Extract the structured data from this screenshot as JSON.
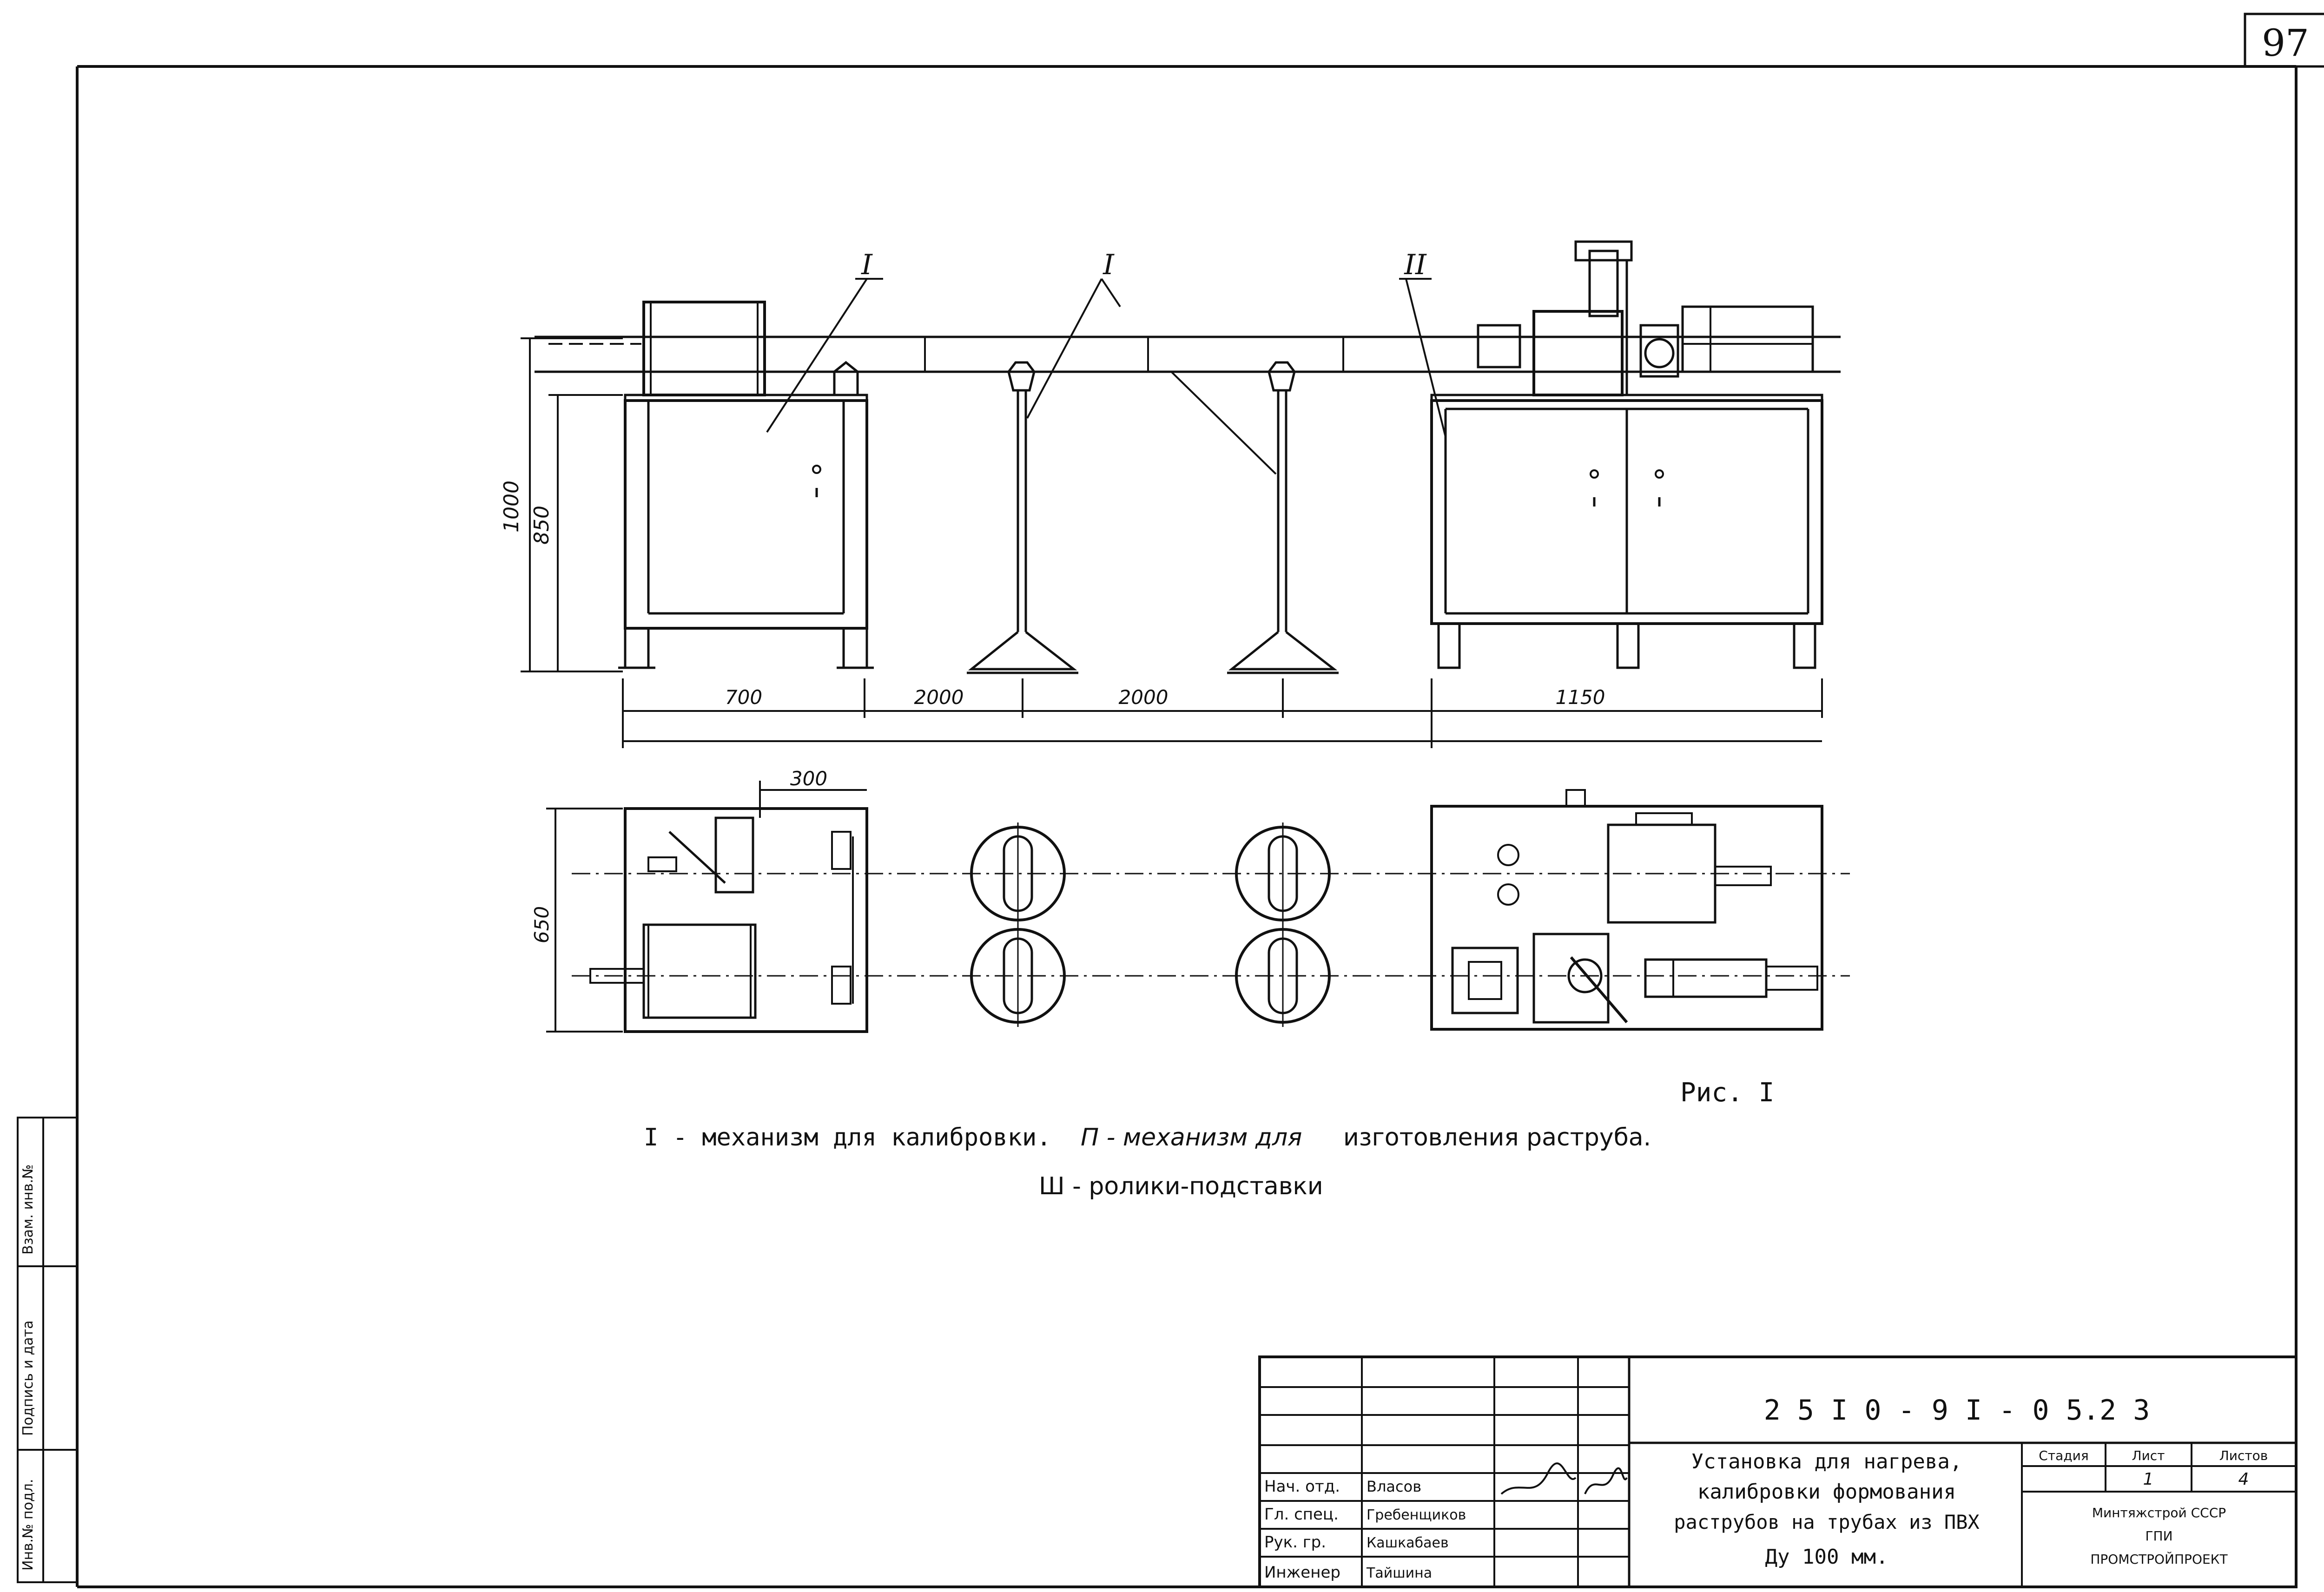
{
  "sheet_number": "97",
  "drawing": {
    "callouts": {
      "mark_1": "I",
      "mark_2": "II",
      "mark_3": "I"
    },
    "dimensions": {
      "height_total": "1000",
      "height_table": "850",
      "len_a": "700",
      "len_b": "2000",
      "len_c": "2000",
      "len_d": "1150",
      "plan_width": "300",
      "plan_depth": "650"
    },
    "figure_label": "Рис. I",
    "legend": {
      "line1_a": "I - механизм для калибровки.",
      "line1_b": "П - механизм для",
      "line1_c": "изготовления раструба.",
      "line2": "Ш - ролики-подставки"
    }
  },
  "side_stamp": {
    "field1": "Инв.№ подл.",
    "field2": "Подпись и дата",
    "field3": "Взам. инв.№"
  },
  "title_block": {
    "code": "2 5 I 0 - 9 I - 0 5.2 3",
    "title_lines": [
      "Установка для нагрева,",
      "калибровки формования",
      "раструбов на трубах из ПВХ",
      "Ду 100 мм."
    ],
    "roles": [
      "Нач. отд.",
      "Гл. спец.",
      "Рук. гр.",
      "Инженер"
    ],
    "names": [
      "Власов",
      "Гребенщиков",
      "Кашкабаев",
      "Тайшина"
    ],
    "stage_header": "Стадия",
    "sheet_header": "Лист",
    "sheets_header": "Листов",
    "stage_value": "",
    "sheet_value": "1",
    "sheets_value": "4",
    "org_lines": [
      "Минтяжстрой СССР",
      "ГПИ",
      "ПРОМСТРОЙПРОЕКТ"
    ]
  }
}
